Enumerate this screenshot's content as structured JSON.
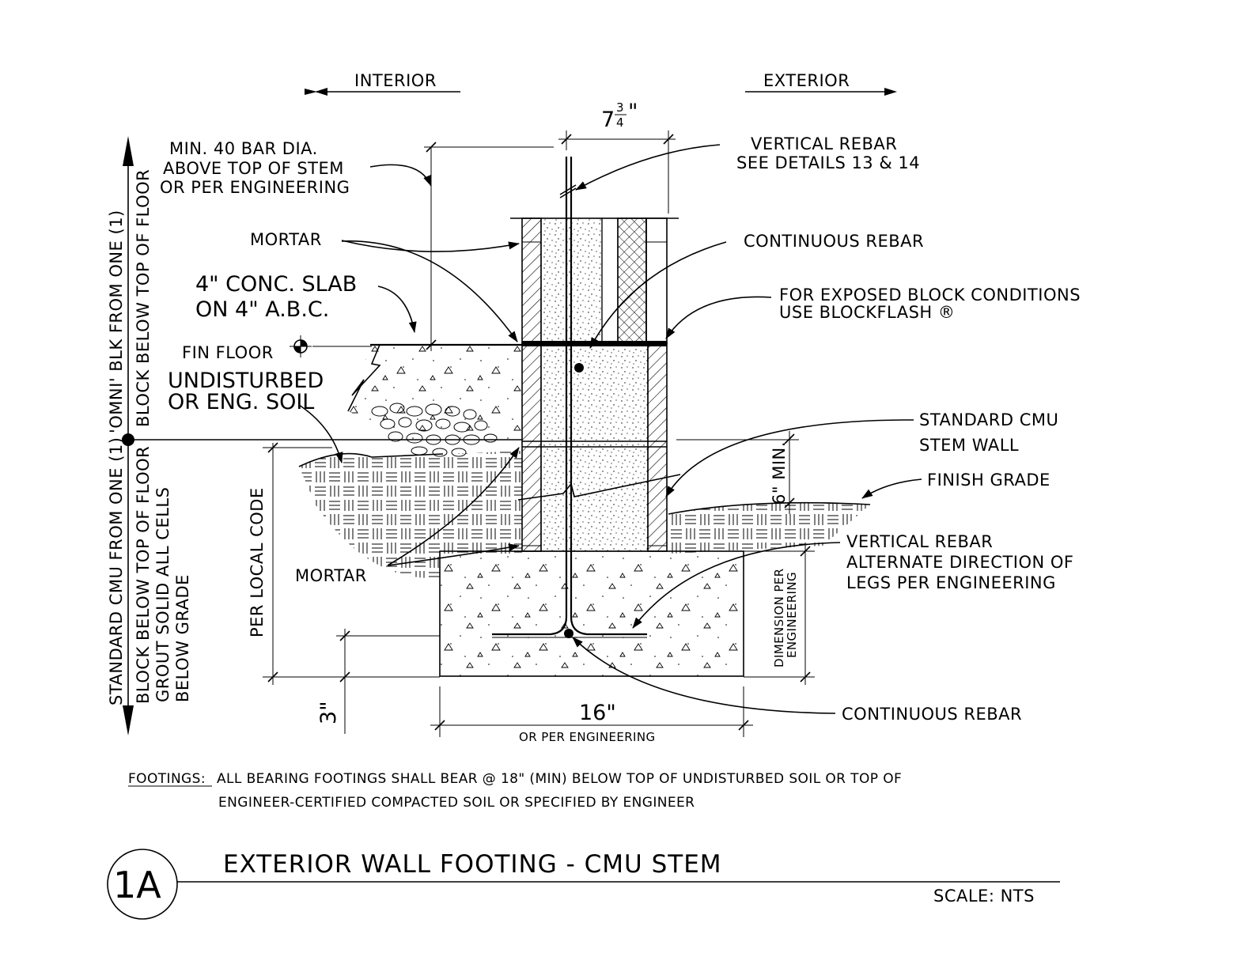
{
  "detail": {
    "number": "1A",
    "title": "EXTERIOR WALL FOOTING - CMU STEM",
    "scale": "SCALE: NTS"
  },
  "direction": {
    "interior": "INTERIOR",
    "exterior": "EXTERIOR"
  },
  "dimensions": {
    "wall_width_whole": "7",
    "wall_width_num": "3",
    "wall_width_den": "4",
    "wall_width_inch": "\"",
    "footing_width": "16\"",
    "footing_width_note": "OR PER ENGINEERING",
    "min_cover": "6\" MIN.",
    "bottom_clear": "3\"",
    "footing_depth_1": "DIMENSION PER",
    "footing_depth_2": "ENGINEERING",
    "per_local_code": "PER LOCAL CODE"
  },
  "callouts": {
    "min40_1": "MIN. 40 BAR DIA.",
    "min40_2": "ABOVE TOP OF STEM",
    "min40_3": "OR PER ENGINEERING",
    "mortar_top": "MORTAR",
    "slab_1": "4\" CONC. SLAB",
    "slab_2": "ON 4\" A.B.C.",
    "fin_floor": "FIN FLOOR",
    "soil_1": "UNDISTURBED",
    "soil_2": "OR ENG. SOIL",
    "mortar_bottom": "MORTAR",
    "vert_rebar_1": "VERTICAL REBAR",
    "vert_rebar_2": "SEE DETAILS 13 & 14",
    "cont_rebar_top": "CONTINUOUS REBAR",
    "blockflash_1": "FOR EXPOSED BLOCK CONDITIONS",
    "blockflash_2": "USE BLOCKFLASH ®",
    "cmu_1": "STANDARD CMU",
    "cmu_2": "STEM WALL",
    "finish_grade": "FINISH GRADE",
    "vert_legs_1": "VERTICAL REBAR",
    "vert_legs_2": "ALTERNATE DIRECTION OF",
    "vert_legs_3": "LEGS PER ENGINEERING",
    "cont_rebar_bottom": "CONTINUOUS REBAR"
  },
  "side_notes": {
    "upper_1": "'OMNI' BLK FROM ONE (1)",
    "upper_2": "BLOCK BELOW TOP OF FLOOR",
    "lower_1": "STANDARD CMU FROM ONE (1)",
    "lower_2": "BLOCK BELOW TOP OF FLOOR",
    "lower_3": "GROUT SOLID ALL CELLS",
    "lower_4": "BELOW GRADE"
  },
  "notes": {
    "footings_label": "FOOTINGS:",
    "footings_line1": "ALL BEARING FOOTINGS SHALL BEAR @ 18\" (MIN) BELOW TOP OF UNDISTURBED SOIL OR TOP OF",
    "footings_line2": "ENGINEER-CERTIFIED COMPACTED SOIL OR SPECIFIED BY ENGINEER"
  }
}
